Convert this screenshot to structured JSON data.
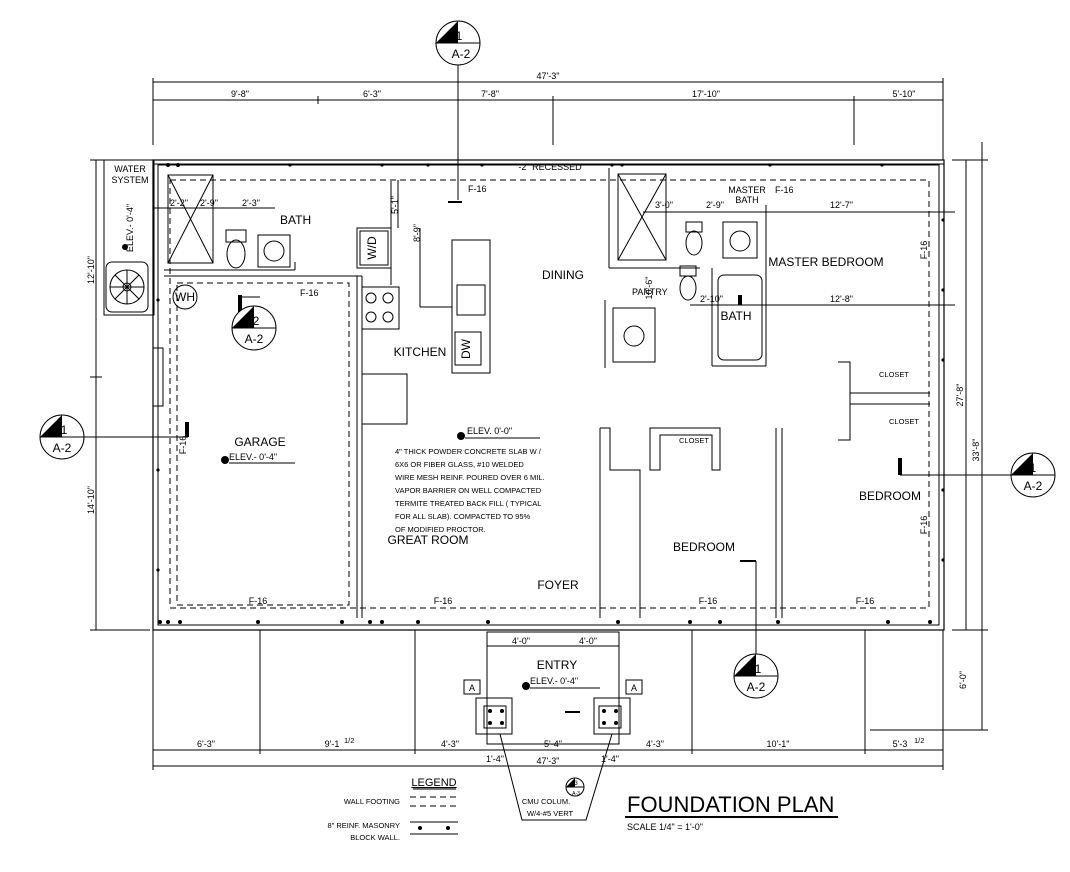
{
  "title": "FOUNDATION  PLAN",
  "scale": "SCALE 1/4\" = 1'-0\"",
  "section_marks": {
    "num": "1",
    "sheet": "A-2",
    "num2": "2"
  },
  "detail_mark": {
    "num": "3",
    "sheet": "A-3"
  },
  "dims": {
    "overall": "47'-3\"",
    "top_segments": [
      "9'-8\"",
      "6'-3\"",
      "7'-8\"",
      "17'-10\"",
      "5'-10\""
    ],
    "left_upper": "12'-10\"",
    "left_lower": "14'-10\"",
    "right_inner": "27'-8\"",
    "right_outer": "33'-8\"",
    "right_entry": "6'-0\"",
    "bottom_segments": [
      "6'-3\"",
      "9'-1",
      "1/2",
      "4'-3\"",
      "5'-4\"",
      "4'-3\"",
      "10'-1\"",
      "5'-3",
      "1/2"
    ],
    "bottom_overall": "47'-3\"",
    "entry_top": [
      "4'-0\"",
      "4'-0\""
    ],
    "cmu": [
      "1'-4\"",
      "1'-4\""
    ],
    "bath": [
      "2'-2\"",
      "2'-9\"",
      "2'-3\""
    ],
    "bath_vert": "5'-1\"",
    "kitchen_vert": "8'-9\"",
    "master_top": [
      "3'-0\"",
      "2'-9\"",
      "12'-7\""
    ],
    "master_mid": [
      "2'-10\"",
      "12'-8\""
    ],
    "pantry_vert": "10'-6\""
  },
  "recessed": "-2\" RECESSED",
  "rooms": {
    "water_system": [
      "WATER",
      "SYSTEM"
    ],
    "bath": "BATH",
    "wd": "W/D",
    "dining": "DINING",
    "pantry": "PANTRY",
    "master_bath": [
      "MASTER",
      "BATH"
    ],
    "master_bedroom": "MASTER BEDROOM",
    "bath2": "BATH",
    "wh": "WH",
    "kitchen": "KITCHEN",
    "dw": "DW",
    "closet": "CLOSET",
    "garage": "GARAGE",
    "great_room": "GREAT ROOM",
    "bedroom": "BEDROOM",
    "foyer": "FOYER",
    "entry": "ENTRY"
  },
  "elevations": {
    "water": "ELEV.- 0'-4\"",
    "slab": "ELEV. 0'-0\"",
    "garage": "ELEV.- 0'-4\"",
    "entry": "ELEV.- 0'-4\""
  },
  "footing": "F-16",
  "column_tag": "A",
  "slab_note": [
    "4\" THICK POWDER CONCRETE SLAB W /",
    "6X6 OR FIBER GLASS, #10 WELDED",
    "WIRE MESH REINF.  POURED OVER 6 MIL.",
    "VAPOR BARRIER ON WELL COMPACTED",
    "TERMITE TREATED BACK FILL ( TYPICAL",
    "FOR ALL SLAB).  COMPACTED TO 95%",
    "OF MODIFIED PROCTOR."
  ],
  "legend": {
    "heading": "LEGEND",
    "wall_footing": "WALL FOOTING",
    "block_wall": [
      "8\" REINF. MASONRY",
      "BLOCK WALL."
    ]
  },
  "cmu_note": [
    "CMU COLUM.",
    "W/4-#5 VERT"
  ]
}
